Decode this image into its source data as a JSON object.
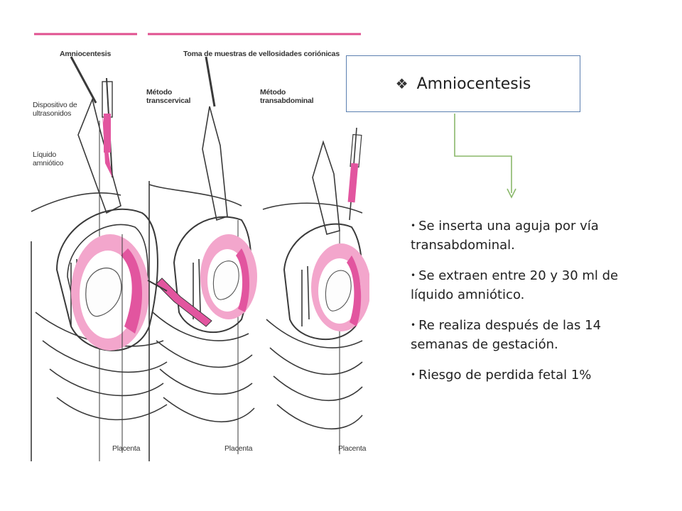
{
  "figure": {
    "panel1_header": "Amniocentesis",
    "panel2_header": "Toma de muestras de vellosidades coriónicas",
    "label_ultrasound": [
      "Dispositivo de",
      "ultrasonidos"
    ],
    "label_fluid": [
      "Líquido",
      "amniótico"
    ],
    "label_transcervical": [
      "Método",
      "transcervical"
    ],
    "label_transabdominal": [
      "Método",
      "transabdominal"
    ],
    "label_placenta": "Placenta",
    "colors": {
      "pink": "#e2559f",
      "lightpink": "#f3a6cc",
      "accent": "#e0508f",
      "line": "#3a3a3a"
    }
  },
  "title_box": {
    "bullet_icon": "diamond-bullet-icon",
    "text": "Amniocentesis"
  },
  "bullets": [
    "Se inserta una aguja por vía transabdominal.",
    "Se extraen entre 20 y 30 ml de líquido amniótico.",
    "Re realiza después de las 14 semanas de gestación.",
    "Riesgo de perdida fetal 1%"
  ]
}
